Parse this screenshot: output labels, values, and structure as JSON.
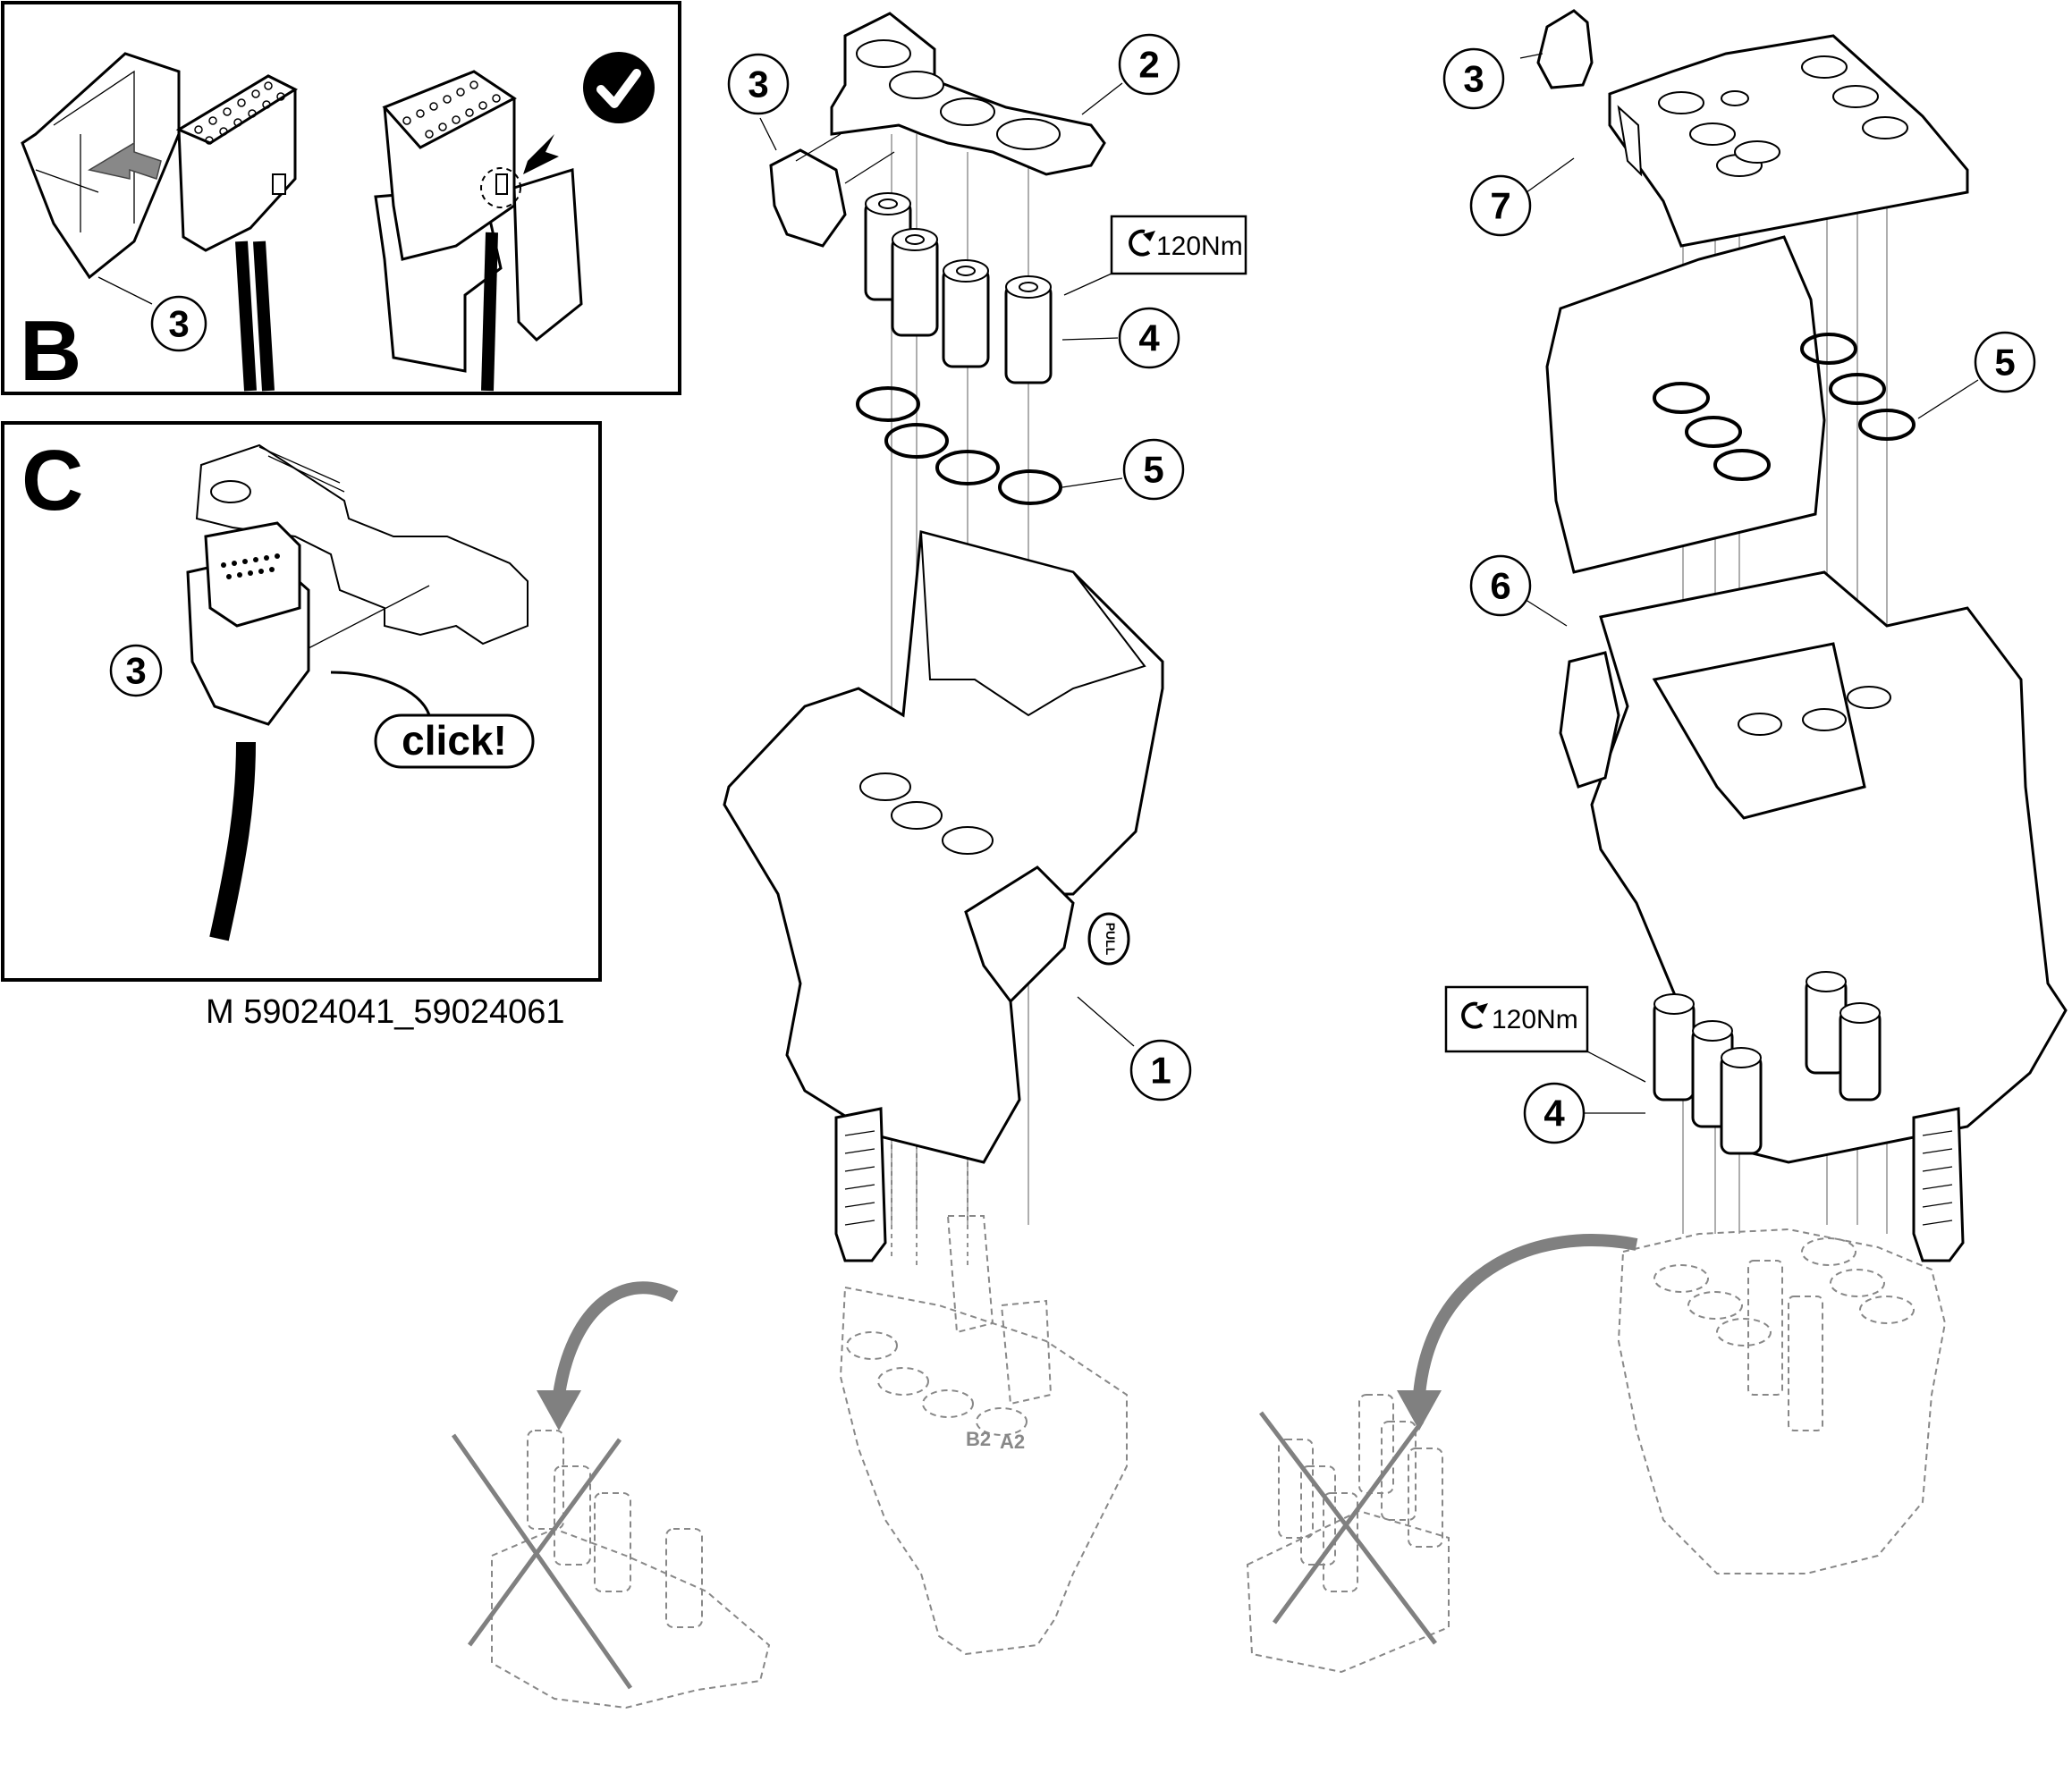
{
  "figure": {
    "reference_code": "M 59024041_59024061",
    "colors": {
      "line": "#000000",
      "ghost": "#888888",
      "arrow": "#808080",
      "background": "#ffffff"
    }
  },
  "panel_b": {
    "letter": "B",
    "callout": "3",
    "check_icon": "check-circle-icon"
  },
  "panel_c": {
    "letter": "C",
    "callout": "3",
    "click_label": "click!"
  },
  "left_assembly": {
    "callouts": {
      "c1": "1",
      "c2": "2",
      "c3": "3",
      "c4": "4",
      "c5": "5"
    },
    "torque": "120Nm",
    "handle_knob_label": "PULL",
    "valve_port_labels": [
      "B2",
      "A2"
    ]
  },
  "right_assembly": {
    "callouts": {
      "c3": "3",
      "c4": "4",
      "c5": "5",
      "c6": "6",
      "c7": "7"
    },
    "torque": "120Nm"
  }
}
